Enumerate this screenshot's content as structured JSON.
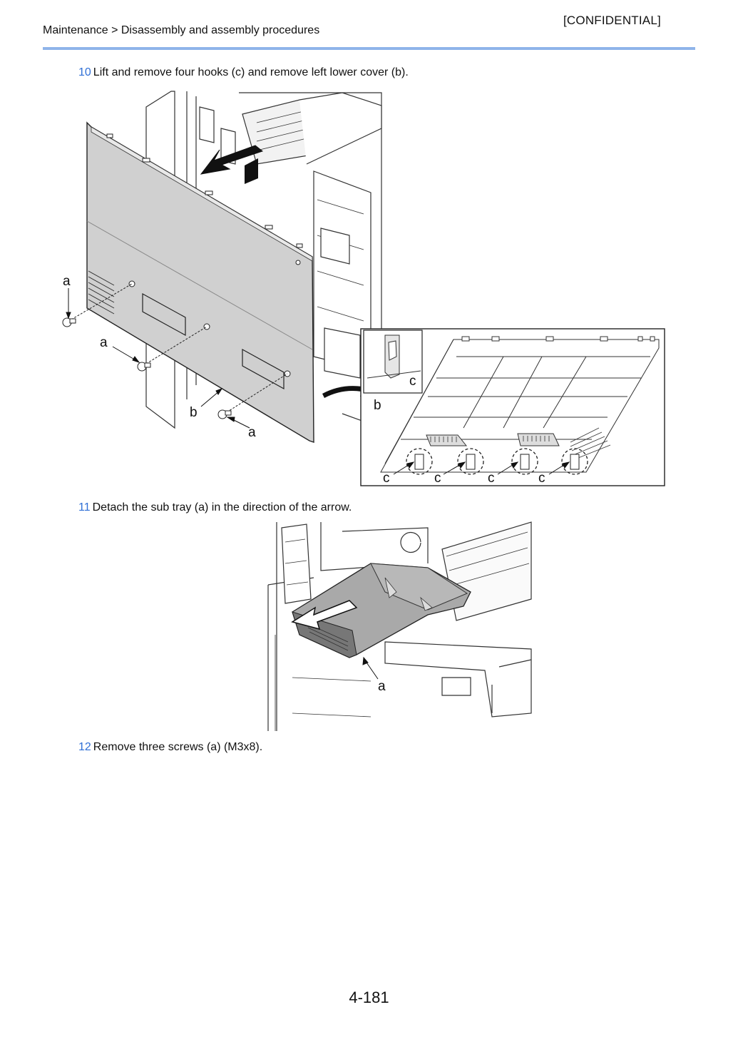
{
  "header": {
    "confidential": "[CONFIDENTIAL]",
    "breadcrumb": "Maintenance > Disassembly and assembly procedures"
  },
  "steps": [
    {
      "number": "10",
      "text": "Lift and remove four hooks (c) and remove left lower cover (b)."
    },
    {
      "number": "11",
      "text": "Detach the sub tray (a) in the direction of the arrow."
    },
    {
      "number": "12",
      "text": "Remove three screws (a) (M3x8)."
    }
  ],
  "figure1": {
    "labels": {
      "a1": "a",
      "a2": "a",
      "a3": "a",
      "b_main": "b",
      "b_inset": "b",
      "c_detail": "c",
      "c1": "c",
      "c2": "c",
      "c3": "c",
      "c4": "c"
    }
  },
  "figure2": {
    "labels": {
      "a": "a"
    }
  },
  "footer": {
    "page_number": "4-181"
  },
  "colors": {
    "rule": "#8fb4ea",
    "step_number": "#2f6fd6",
    "panel_gray": "#cfcfcf",
    "tray_gray": "#a9a9a9"
  }
}
